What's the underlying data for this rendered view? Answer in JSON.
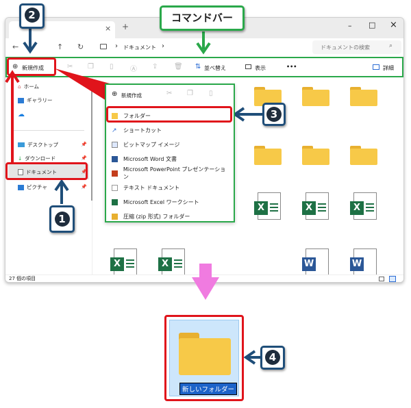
{
  "window": {
    "tab_close": "×",
    "new_tab": "+",
    "controls": {
      "minimize": "–",
      "maximize": "□",
      "close": "×"
    },
    "address": {
      "back": "←",
      "up": "↑",
      "refresh": "↻",
      "separator": "›",
      "path": "ドキュメント",
      "search_placeholder": "ドキュメントの検索"
    },
    "command_bar": {
      "new": "新規作成",
      "sort": "並べ替え",
      "view": "表示",
      "more": "•••",
      "details": "詳細"
    },
    "sidebar": {
      "items": [
        {
          "label": "ホーム"
        },
        {
          "label": "ギャラリー"
        },
        {
          "label": ""
        },
        {
          "label": "デスクトップ"
        },
        {
          "label": "ダウンロード"
        },
        {
          "label": "ドキュメント"
        },
        {
          "label": "ピクチャ"
        }
      ]
    },
    "status": "27 個の項目"
  },
  "new_menu": {
    "header": "新規作成",
    "items": [
      {
        "label": "フォルダー"
      },
      {
        "label": "ショートカット"
      },
      {
        "label": "ビットマップ イメージ"
      },
      {
        "label": "Microsoft Word 文書"
      },
      {
        "label": "Microsoft PowerPoint プレゼンテーション"
      },
      {
        "label": "テキスト ドキュメント"
      },
      {
        "label": "Microsoft Excel ワークシート"
      },
      {
        "label": "圧縮 (zip 形式) フォルダー"
      }
    ]
  },
  "callouts": {
    "one": "1",
    "two": "2",
    "three": "3",
    "four": "4",
    "command_bar": "コマンドバー"
  },
  "result": {
    "new_folder_name": "新しいフォルダー"
  },
  "colors": {
    "highlight_red": "#e0141b",
    "command_green": "#2aa84a",
    "callout_blue": "#1f4e79",
    "arrow_pink": "#f07be0"
  }
}
